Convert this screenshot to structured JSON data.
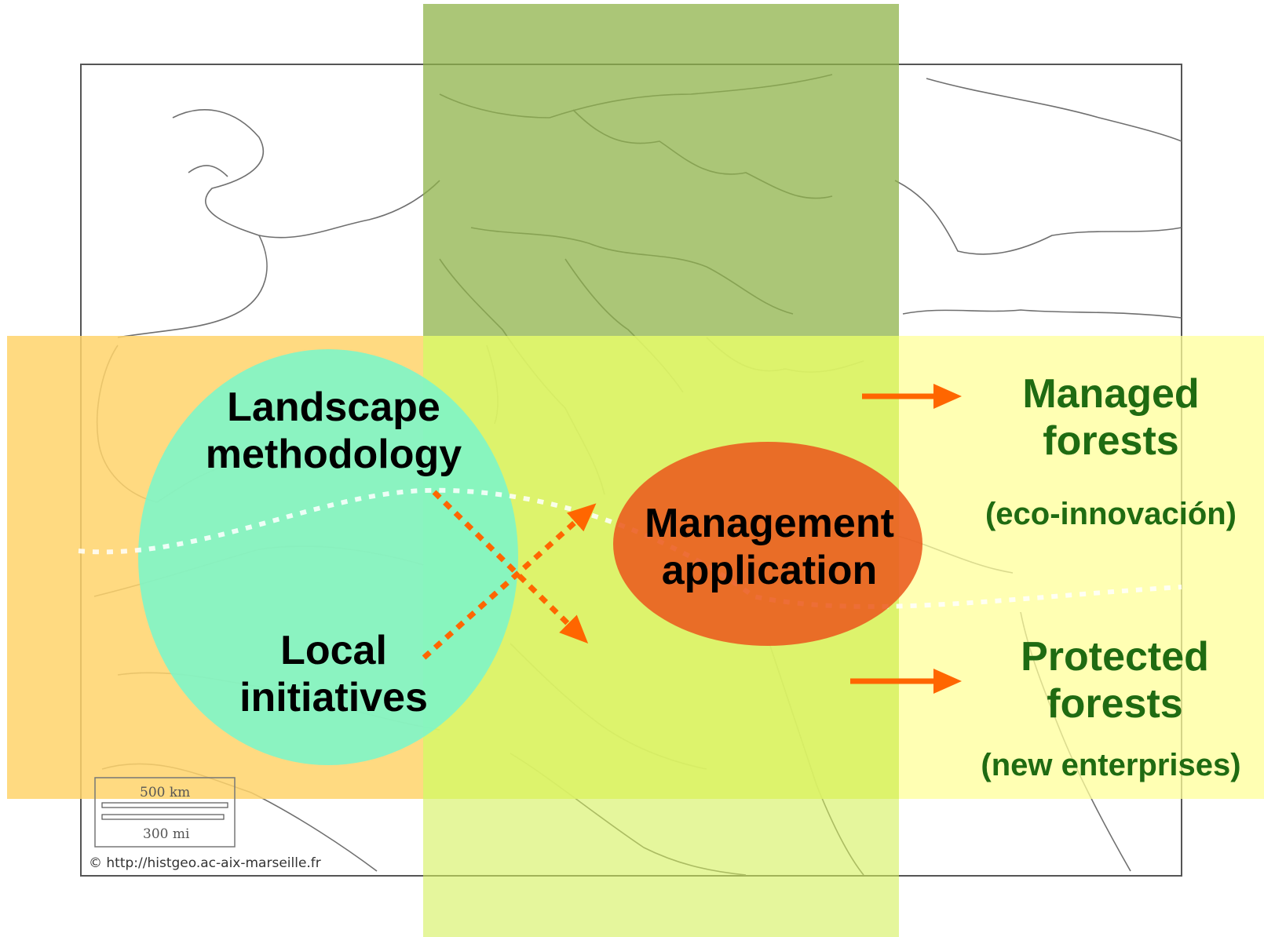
{
  "diagram": {
    "nodes": {
      "landscape": "Landscape\nmethodology",
      "local": "Local\ninitiatives",
      "management": "Management\napplication"
    },
    "outcomes": {
      "managed": {
        "title": "Managed\nforests",
        "subtitle": "(eco-innovación)"
      },
      "protected": {
        "title": "Protected\nforests",
        "subtitle": "(new enterprises)"
      }
    },
    "colors": {
      "band_orange": "#ffd36b",
      "band_yellow": "#ffff99",
      "band_green": "#8fb34a",
      "band_lime": "#d4f05a",
      "circle_teal": "#7ef5c8",
      "ellipse_orange": "#ea5a1e",
      "arrow_orange": "#ff6600",
      "outcome_green": "#1f6b12"
    }
  },
  "map": {
    "scale_km": "500 km",
    "scale_mi": "300 mi",
    "credit": "© http://histgeo.ac-aix-marseille.fr"
  }
}
